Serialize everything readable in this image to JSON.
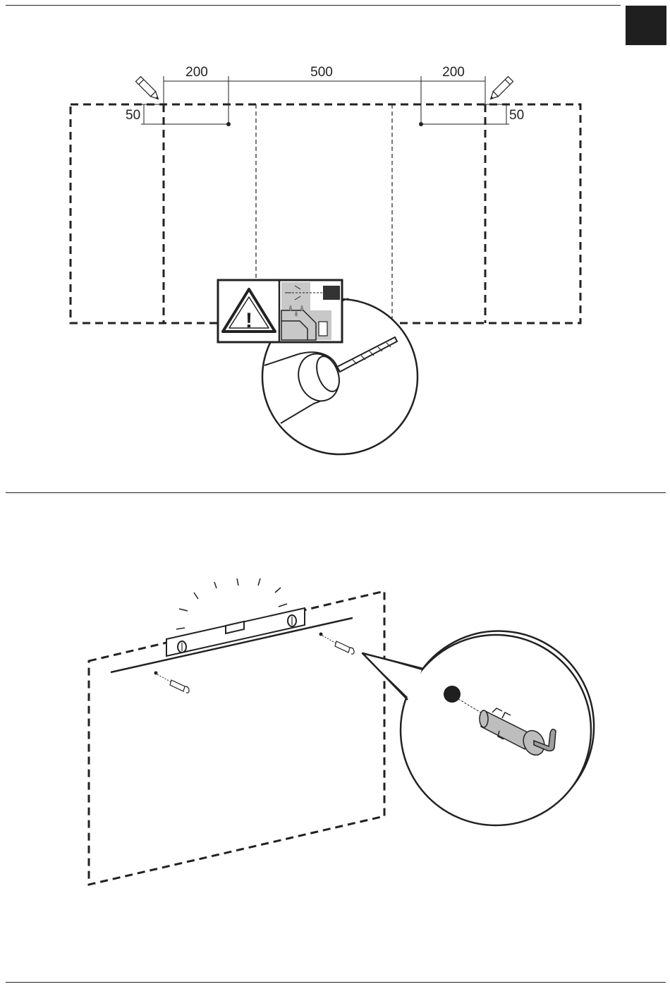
{
  "step1": {
    "dimensions": {
      "left_offset": "200",
      "center_span": "500",
      "right_offset": "200",
      "left_drop": "50",
      "right_drop": "50"
    },
    "icons": [
      "pencil-icon",
      "pencil-icon",
      "warning-triangle-icon",
      "hidden-pipes-icon",
      "drill-icon"
    ],
    "warning_symbol": "!"
  },
  "step2": {
    "icons": [
      "spirit-level-icon",
      "wall-plug-icon",
      "wall-plug-icon",
      "wall-plug-detail-icon"
    ]
  },
  "colors": {
    "ink": "#222222",
    "tab": "#1f1f1f",
    "panel_gray": "#c8c8c8",
    "plug_gray": "#bdbdbd"
  }
}
